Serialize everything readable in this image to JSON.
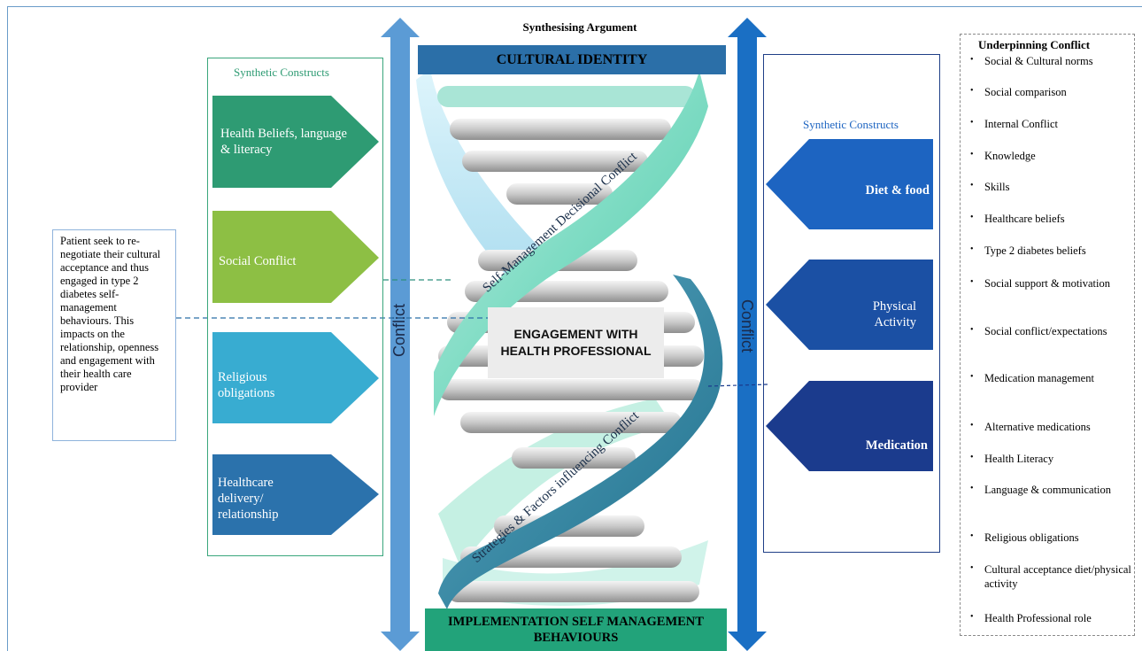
{
  "top_label": "Synthesising Argument",
  "banners": {
    "top": "CULTURAL IDENTITY",
    "bottom": "IMPLEMENTATION SELF MANAGEMENT BEHAVIOURS"
  },
  "center": "ENGAGEMENT WITH HEALTH PROFESSIONAL",
  "helix_labels": {
    "upper": "Self-Management Decisional Conflict",
    "lower": "Strategies & Factors influencing Conflict"
  },
  "conflict_label": "Conflict",
  "left_panel": {
    "title": "Synthetic Constructs",
    "items": [
      {
        "label": "Health Beliefs, language & literacy",
        "color": "#2e9b73"
      },
      {
        "label": "Social Conflict",
        "color": "#8dbf44"
      },
      {
        "label": "Religious obligations",
        "color": "#38acd1"
      },
      {
        "label": "Healthcare delivery/ relationship",
        "color": "#2b72ac"
      }
    ]
  },
  "right_panel": {
    "title": "Synthetic Constructs",
    "items": [
      {
        "label": "Diet & food",
        "color": "#1d64c1"
      },
      {
        "label": "Physical Activity",
        "color": "#1b50a4"
      },
      {
        "label": "Medication",
        "color": "#1b3b8d"
      }
    ]
  },
  "note": "Patient seek to re-negotiate their cultural acceptance and thus engaged in type 2 diabetes self-management behaviours.  This impacts on the relationship, openness and engagement with their health care provider",
  "underpinning": {
    "title": "Underpinning Conflict",
    "items": [
      "Social & Cultural norms",
      "Social comparison",
      "Internal Conflict",
      "Knowledge",
      "Skills",
      "Healthcare beliefs",
      "Type 2 diabetes beliefs",
      "Social support & motivation",
      "Social conflict/expectations",
      "Medication management",
      "Alternative medications",
      "Health Literacy",
      "Language & communication",
      "Religious obligations",
      "Cultural acceptance diet/physical activity",
      "Health Professional role"
    ]
  },
  "colors": {
    "top_banner": "#2b6fa8",
    "bottom_banner": "#22a37a",
    "left_arrow": "#5b9bd5",
    "right_arrow": "#1a6fc4",
    "strand_light": "#7fe0c8",
    "strand_dark": "#2b7f9a"
  }
}
